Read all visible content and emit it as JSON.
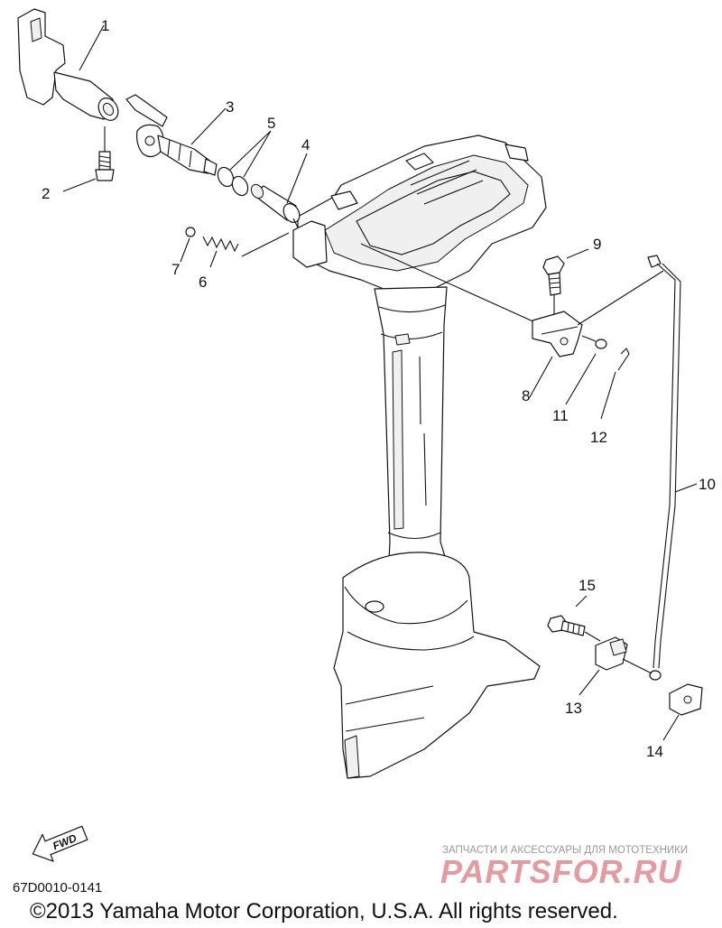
{
  "parts": [
    {
      "id": "1",
      "label": "1"
    },
    {
      "id": "2",
      "label": "2"
    },
    {
      "id": "3",
      "label": "3"
    },
    {
      "id": "4",
      "label": "4"
    },
    {
      "id": "5",
      "label": "5"
    },
    {
      "id": "6",
      "label": "6"
    },
    {
      "id": "7",
      "label": "7"
    },
    {
      "id": "8",
      "label": "8"
    },
    {
      "id": "9",
      "label": "9"
    },
    {
      "id": "10",
      "label": "10"
    },
    {
      "id": "11",
      "label": "11"
    },
    {
      "id": "12",
      "label": "12"
    },
    {
      "id": "13",
      "label": "13"
    },
    {
      "id": "14",
      "label": "14"
    },
    {
      "id": "15",
      "label": "15"
    }
  ],
  "direction_label": "FWD",
  "diagram_code": "67D0010-0141",
  "watermark": {
    "tagline": "ЗАПЧАСТИ И АКСЕССУАРЫ ДЛЯ МОТОТЕХНИКИ",
    "brand": "PARTSFOR.RU"
  },
  "copyright": "©2013 Yamaha Motor Corporation, U.S.A. All rights reserved."
}
